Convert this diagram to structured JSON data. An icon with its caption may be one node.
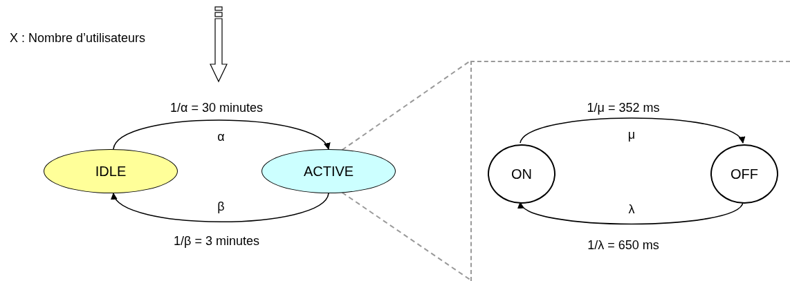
{
  "diagram": {
    "nodes": [
      {
        "text": [
          "IDLE"
        ]
      },
      {
        "text": [
          "ACTIVE"
        ]
      },
      {
        "text": [],
        "shape": "box"
      },
      {
        "text": [
          "ON"
        ],
        "in": 2
      },
      {
        "text": [
          "OFF"
        ],
        "in": 2
      }
    ],
    "edges": [
      {
        "from": 0,
        "to": 1,
        "arrow": "to",
        "label": "α"
      },
      {
        "from": 1,
        "to": 0,
        "arrow": "to",
        "label": "β"
      },
      {
        "from": 3,
        "to": 4,
        "arrow": "to",
        "label": "μ"
      },
      {
        "from": 4,
        "to": 3,
        "arrow": "to",
        "label": "λ"
      },
      {
        "from": 1,
        "to": 2,
        "arrow": "none",
        "style": "dashed",
        "color": "#999999"
      },
      {
        "from": 1,
        "to": 2,
        "arrow": "none",
        "style": "dashed",
        "color": "#999999"
      }
    ],
    "labels": [
      "X : Nombre d’utilisateurs",
      "1/α = 30 minutes",
      "1/β = 3 minutes",
      "1/μ = 352 ms",
      "1/λ = 650 ms"
    ]
  }
}
